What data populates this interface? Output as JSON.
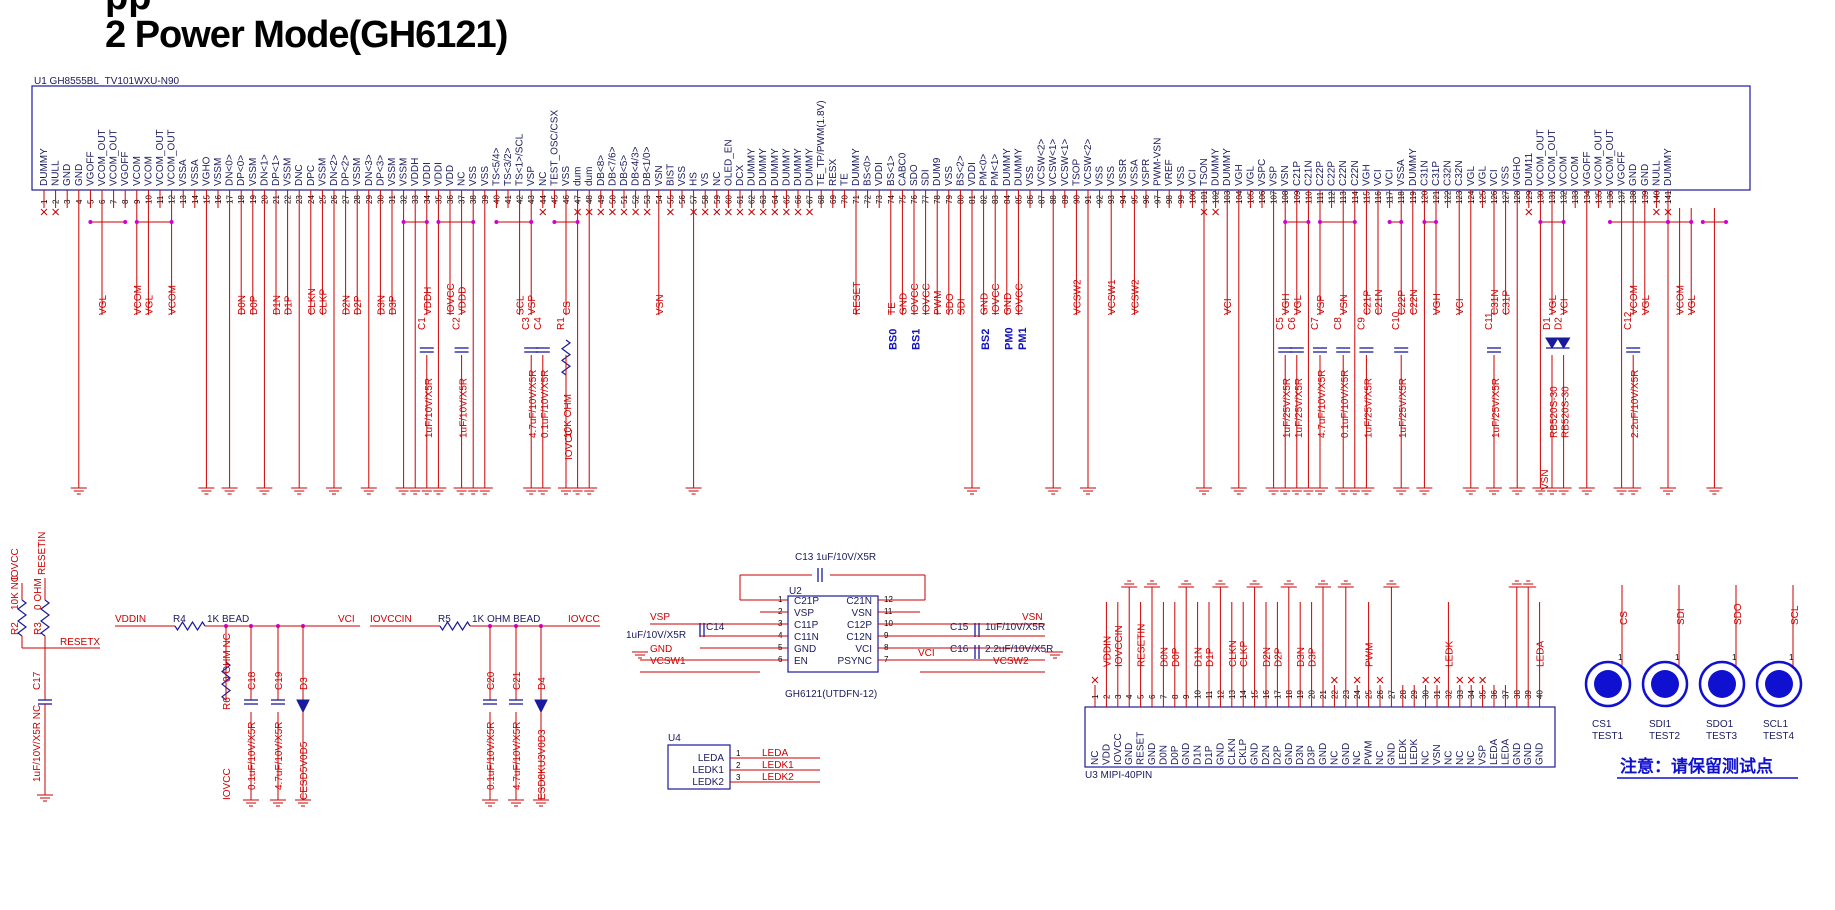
{
  "header": {
    "title": "2 Power Mode(GH6121)",
    "title_top": "pp"
  },
  "u1": {
    "ref": "U1",
    "part": "GH8555BL_TV101WXU-N90",
    "pins": [
      "DUMMY",
      "NULL",
      "GND",
      "GND",
      "VGOFF",
      "VCOM_OUT",
      "VCOM_OUT",
      "VGOFF",
      "VCOM",
      "VCOM",
      "VCOM_OUT",
      "VCOM_OUT",
      "VSSA",
      "VSSA",
      "VGHO",
      "VSSM",
      "DN<0>",
      "DP<0>",
      "VSSM",
      "DN<1>",
      "DP<1>",
      "VSSM",
      "DNC",
      "DPC",
      "VSSM",
      "DN<2>",
      "DP<2>",
      "VSSM",
      "DN<3>",
      "DP<3>",
      "VSSM",
      "VSSM",
      "VDDH",
      "VDDI",
      "VDDI",
      "VDD",
      "NC",
      "VSS",
      "VSS",
      "TS<5/4>",
      "TS<3/2>",
      "TS<1>/SCL",
      "VSP",
      "NC",
      "TEST_OSC/CSX",
      "VSS",
      "dum",
      "dum",
      "DB<8>",
      "DB<7/6>",
      "DB<5>",
      "DB<4/3>",
      "DB<1/0>",
      "VSN",
      "BIST",
      "VSS",
      "HS",
      "VS",
      "NC",
      "OLED_EN",
      "DCX",
      "DUMMY",
      "DUMMY",
      "DUMMY",
      "DUMMY",
      "DUMMY",
      "DUMMY",
      "TE_TP/PWM(1.8V)",
      "RESX",
      "TE",
      "DUMMY",
      "BS<0>",
      "VDDI",
      "BS<1>",
      "CABC0",
      "SDO",
      "SDI",
      "DUM9",
      "VSS",
      "BS<2>",
      "VDDI",
      "PM<0>",
      "PM<1>",
      "DUMMY",
      "DUMMY",
      "VSS",
      "VCSW<2>",
      "VCSW<1>",
      "VCSW<1>",
      "TSOP",
      "VCSW<2>",
      "VSS",
      "VSS",
      "VSSR",
      "VSSA",
      "VSPR",
      "PWM-VSN",
      "VREF",
      "VSS",
      "VCI",
      "TSON",
      "DUMMY",
      "DUMMY",
      "VGH",
      "VGL",
      "VSPC",
      "VSP",
      "VSN",
      "C21P",
      "C21N",
      "C22P",
      "C22P",
      "C22N",
      "C22N",
      "VGH",
      "VCI",
      "VCI",
      "VSSA",
      "DUMMY",
      "C31N",
      "C31P",
      "C32N",
      "C32N",
      "VGL",
      "VGL",
      "VCI",
      "VSS",
      "VGHO",
      "DUM11",
      "VCOM_OUT",
      "VCOM_OUT",
      "VCOM",
      "VCOM",
      "VGOFF",
      "VCOM_OUT",
      "VCOM_OUT",
      "VGOFF",
      "GND",
      "GND",
      "NULL",
      "DUMMY"
    ],
    "nets": [
      {
        "pin": 6,
        "net": "VGL"
      },
      {
        "pin": 9,
        "net": "VCOM"
      },
      {
        "pin": 10,
        "net": "VGL"
      },
      {
        "pin": 12,
        "net": "VCOM"
      },
      {
        "pin": 18,
        "net": "D0N"
      },
      {
        "pin": 19,
        "net": "D0P"
      },
      {
        "pin": 21,
        "net": "D1N"
      },
      {
        "pin": 22,
        "net": "D1P"
      },
      {
        "pin": 24,
        "net": "CLKN"
      },
      {
        "pin": 25,
        "net": "CLKP"
      },
      {
        "pin": 27,
        "net": "D2N"
      },
      {
        "pin": 28,
        "net": "D2P"
      },
      {
        "pin": 30,
        "net": "D3N"
      },
      {
        "pin": 31,
        "net": "D3P"
      },
      {
        "pin": 34,
        "net": "VDDH"
      },
      {
        "pin": 36,
        "net": "IOVCC"
      },
      {
        "pin": 37,
        "net": "VDDD"
      },
      {
        "pin": 42,
        "net": "SCL"
      },
      {
        "pin": 43,
        "net": "VSP"
      },
      {
        "pin": 46,
        "net": "CS"
      },
      {
        "pin": 54,
        "net": "VSN"
      },
      {
        "pin": 71,
        "net": "RESET"
      },
      {
        "pin": 74,
        "net": "TE"
      },
      {
        "pin": 75,
        "net": "GND"
      },
      {
        "pin": 76,
        "net": "IOVCC"
      },
      {
        "pin": 77,
        "net": "IOVCC"
      },
      {
        "pin": 78,
        "net": "PWM"
      },
      {
        "pin": 79,
        "net": "SDO"
      },
      {
        "pin": 80,
        "net": "SDI"
      },
      {
        "pin": 82,
        "net": "GND"
      },
      {
        "pin": 83,
        "net": "IOVCC"
      },
      {
        "pin": 84,
        "net": "GND"
      },
      {
        "pin": 85,
        "net": "IOVCC"
      },
      {
        "pin": 90,
        "net": "VCSW2"
      },
      {
        "pin": 93,
        "net": "VCSW1"
      },
      {
        "pin": 95,
        "net": "VCSW2"
      },
      {
        "pin": 103,
        "net": "VCI"
      },
      {
        "pin": 108,
        "net": "VGH"
      },
      {
        "pin": 109,
        "net": "VGL"
      },
      {
        "pin": 111,
        "net": "VSP"
      },
      {
        "pin": 113,
        "net": "VSN"
      },
      {
        "pin": 115,
        "net": "C21P"
      },
      {
        "pin": 116,
        "net": "C21N"
      },
      {
        "pin": 118,
        "net": "C22P"
      },
      {
        "pin": 119,
        "net": "C22N"
      },
      {
        "pin": 121,
        "net": "VGH"
      },
      {
        "pin": 123,
        "net": "VCI"
      },
      {
        "pin": 126,
        "net": "C31N"
      },
      {
        "pin": 127,
        "net": "C31P"
      },
      {
        "pin": 131,
        "net": "VGL"
      },
      {
        "pin": 132,
        "net": "VCI"
      },
      {
        "pin": 138,
        "net": "VCOM"
      },
      {
        "pin": 139,
        "net": "VGL"
      },
      {
        "pin": 142,
        "net": "VCOM"
      },
      {
        "pin": 143,
        "net": "VGL"
      }
    ],
    "bs_labels": [
      "BS0",
      "BS1",
      "BS2",
      "PM0",
      "PM1"
    ],
    "caps": [
      {
        "ref": "C1",
        "net": "VDDH",
        "value": "1uF/10V/X5R"
      },
      {
        "ref": "C2",
        "net": "VDDD",
        "value": "1uF/10V/X5R"
      },
      {
        "ref": "C3",
        "net": "VSP",
        "value": "4.7uF/10V/X5R"
      },
      {
        "ref": "C4",
        "net": "",
        "value": "0.1uF/10V/X5R"
      },
      {
        "ref": "R1",
        "net": "CS",
        "value": "10K OHM"
      },
      {
        "ref": "C5",
        "net": "VGH",
        "value": "1uF/25V/X5R"
      },
      {
        "ref": "C6",
        "net": "VGL",
        "value": "1uF/25V/X5R"
      },
      {
        "ref": "C7",
        "net": "",
        "value": "4.7uF/10V/X5R"
      },
      {
        "ref": "C8",
        "net": "VSN",
        "value": "0.1uF/10V/X5R"
      },
      {
        "ref": "C9",
        "net": "C21P",
        "value": "1uF/25V/X5R"
      },
      {
        "ref": "C10",
        "net": "C22P",
        "value": "1uF/25V/X5R"
      },
      {
        "ref": "C11",
        "net": "C31N",
        "value": "1uF/25V/X5R"
      },
      {
        "ref": "D1",
        "net": "",
        "value": "RB520S-30"
      },
      {
        "ref": "D2",
        "net": "VGL",
        "value": "RB520S-30"
      },
      {
        "ref": "C12",
        "net": "VCOM",
        "value": "2.2uF/10V/X5R"
      }
    ],
    "extra_nets": {
      "r1_iovcc": "IOVCC",
      "d1_vsn": "VSN",
      "d2_vci": "VCI",
      "c12_vgl": "VGL",
      "c10_c22n": "C22N",
      "c9_c21n": "C21N",
      "c11_c31p": "C31P"
    }
  },
  "reset_block": {
    "net_top1": "IOVCC",
    "net_top2": "RESETIN",
    "r2": "R2",
    "r2_val": "10K NC",
    "r3": "R3",
    "r3_val": "0 OHM",
    "resetx": "RESETX",
    "c17": "C17",
    "c17_val": "1uF/10V/X5R NC"
  },
  "vci_block": {
    "in": "VDDIN",
    "r4": "R4",
    "r4_val": "1K BEAD",
    "out": "VCI",
    "r6": "R6",
    "r6_val": "0 OHM NC",
    "iovcc": "IOVCC",
    "c18": "C18",
    "c18_val": "0.1uF/10V/X5R",
    "c19": "C19",
    "c19_val": "4.7uF/10V/X5R",
    "d3": "D3",
    "d3_val": "CESD5V0D5"
  },
  "iovcc_block": {
    "in": "IOVCCIN",
    "r5": "R5",
    "r5_val": "1K OHM BEAD",
    "out": "IOVCC",
    "c20": "C20",
    "c20_val": "0.1uF/10V/X5R",
    "c21": "C21",
    "c21_val": "4.7uF/10V/X5R",
    "d4": "D4",
    "d4_val": "ESD8KU3V0D3"
  },
  "u2": {
    "ref": "U2",
    "part": "GH6121(UTDFN-12)",
    "c13": "C13",
    "c13_val": "1uF/10V/X5R",
    "left_pins": [
      {
        "n": "1",
        "name": "C21P"
      },
      {
        "n": "2",
        "name": "VSP"
      },
      {
        "n": "3",
        "name": "C11P"
      },
      {
        "n": "4",
        "name": "C11N"
      },
      {
        "n": "5",
        "name": "GND"
      },
      {
        "n": "6",
        "name": "EN"
      }
    ],
    "right_pins": [
      {
        "n": "12",
        "name": "C21N"
      },
      {
        "n": "11",
        "name": "VSN"
      },
      {
        "n": "10",
        "name": "C12P"
      },
      {
        "n": "9",
        "name": "C12N"
      },
      {
        "n": "8",
        "name": "VCI"
      },
      {
        "n": "7",
        "name": "PSYNC"
      }
    ],
    "vsp": "VSP",
    "vsn": "VSN",
    "gnd": "GND",
    "vcsw1": "VCSW1",
    "vcsw2": "VCSW2",
    "vci": "VCI",
    "c14": "C14",
    "c14_val": "1uF/10V/X5R",
    "c15": "C15",
    "c15_val": "1uF/10V/X5R",
    "c16": "C16",
    "c16_val": "2.2uF/10V/X5R"
  },
  "u4": {
    "ref": "U4",
    "pins": [
      {
        "n": "1",
        "name": "LEDA",
        "net": "LEDA"
      },
      {
        "n": "2",
        "name": "LEDK1",
        "net": "LEDK1"
      },
      {
        "n": "3",
        "name": "LEDK2",
        "net": "LEDK2"
      }
    ]
  },
  "u3": {
    "ref": "U3",
    "part": "MIPI-40PIN",
    "pins": [
      "NC",
      "VDD",
      "IOVCC",
      "GND",
      "RESET",
      "GND",
      "D0N",
      "D0P",
      "GND",
      "D1N",
      "D1P",
      "GND",
      "CLKN",
      "CKLP",
      "GND",
      "D2N",
      "D2P",
      "GND",
      "D3N",
      "D3P",
      "GND",
      "NC",
      "GND",
      "NC",
      "PWM",
      "NC",
      "GND",
      "LEDK",
      "LEDK",
      "NC",
      "VSN",
      "NC",
      "NC",
      "NC",
      "VSP",
      "LEDA",
      "LEDA",
      "GND",
      "GND",
      "GND"
    ],
    "nets": [
      {
        "pin": 2,
        "net": "VDDIN"
      },
      {
        "pin": 3,
        "net": "IOVCCIN"
      },
      {
        "pin": 5,
        "net": "RESETIN"
      },
      {
        "pin": 7,
        "net": "D0N"
      },
      {
        "pin": 8,
        "net": "D0P"
      },
      {
        "pin": 10,
        "net": "D1N"
      },
      {
        "pin": 11,
        "net": "D1P"
      },
      {
        "pin": 13,
        "net": "CLKN"
      },
      {
        "pin": 14,
        "net": "CLKP"
      },
      {
        "pin": 16,
        "net": "D2N"
      },
      {
        "pin": 17,
        "net": "D2P"
      },
      {
        "pin": 19,
        "net": "D3N"
      },
      {
        "pin": 20,
        "net": "D3P"
      },
      {
        "pin": 25,
        "net": "PWM"
      },
      {
        "pin": 32,
        "net": "LEDK"
      },
      {
        "pin": 40,
        "net": "LEDA"
      }
    ]
  },
  "test_points": [
    {
      "net": "CS",
      "ref": "CS1",
      "label": "TEST1"
    },
    {
      "net": "SDI",
      "ref": "SDI1",
      "label": "TEST2"
    },
    {
      "net": "SDO",
      "ref": "SDO1",
      "label": "TEST3"
    },
    {
      "net": "SCL",
      "ref": "SCL1",
      "label": "TEST4"
    }
  ],
  "note": "注意：请保留测试点",
  "colors": {
    "wire": "#cc0000",
    "body": "#1a1a9e",
    "text": "#1a1a5e",
    "accent": "#1010d0"
  }
}
